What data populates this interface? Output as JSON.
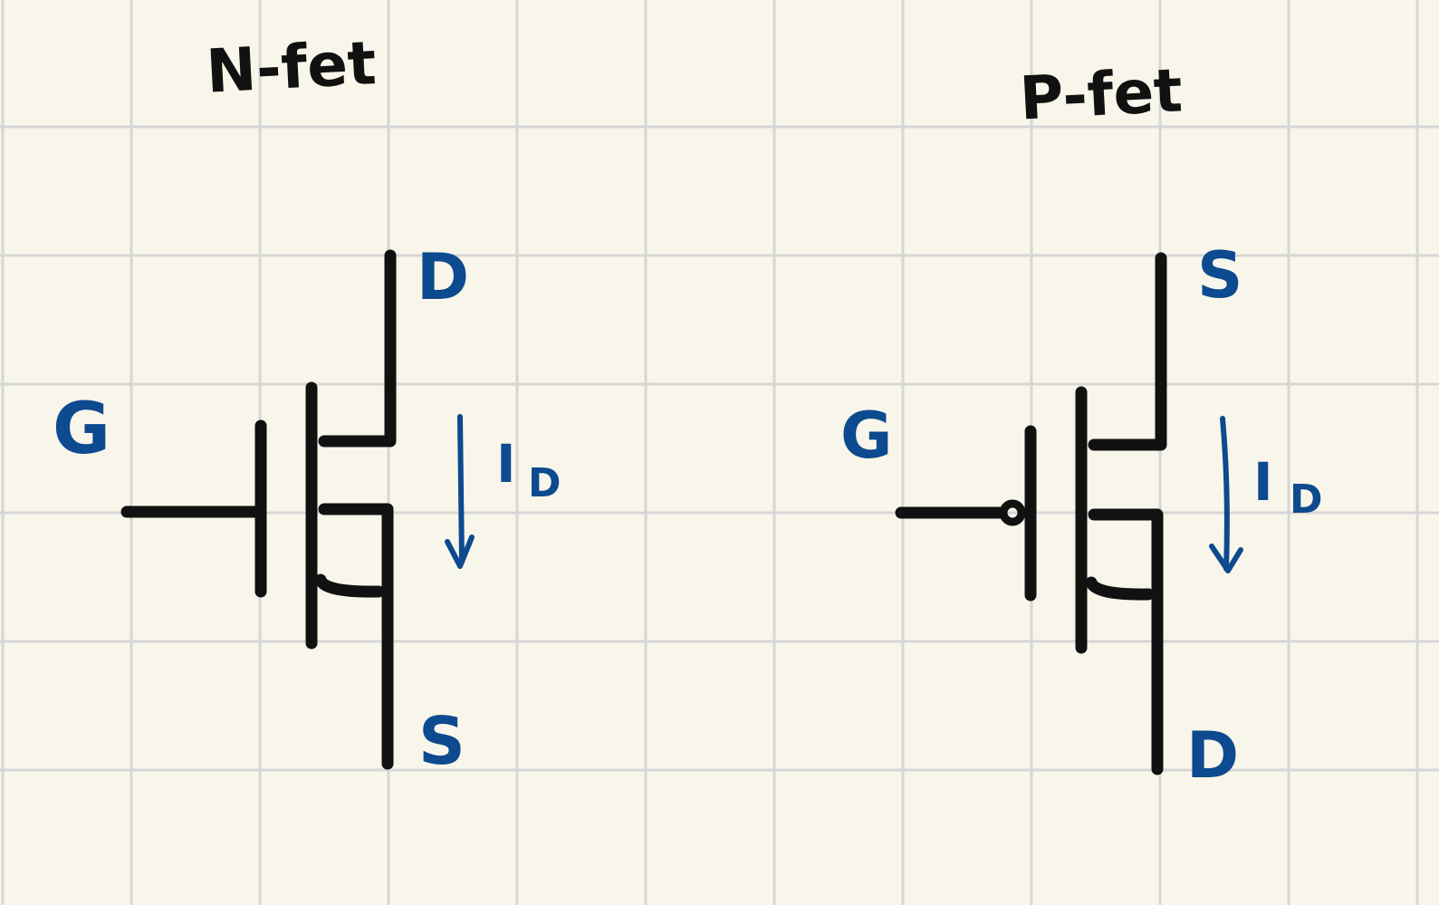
{
  "nfet": {
    "title": "N-fet",
    "gate": "G",
    "drain": "D",
    "source": "S",
    "current_label": "I",
    "current_sub": "D"
  },
  "pfet": {
    "title": "P-fet",
    "gate": "G",
    "drain": "D",
    "source": "S",
    "current_label": "I",
    "current_sub": "D"
  },
  "colors": {
    "paper": "#f8f6ea",
    "grid": "#d6d6d6",
    "ink": "#111111",
    "label_ink": "#0d4a8f"
  }
}
